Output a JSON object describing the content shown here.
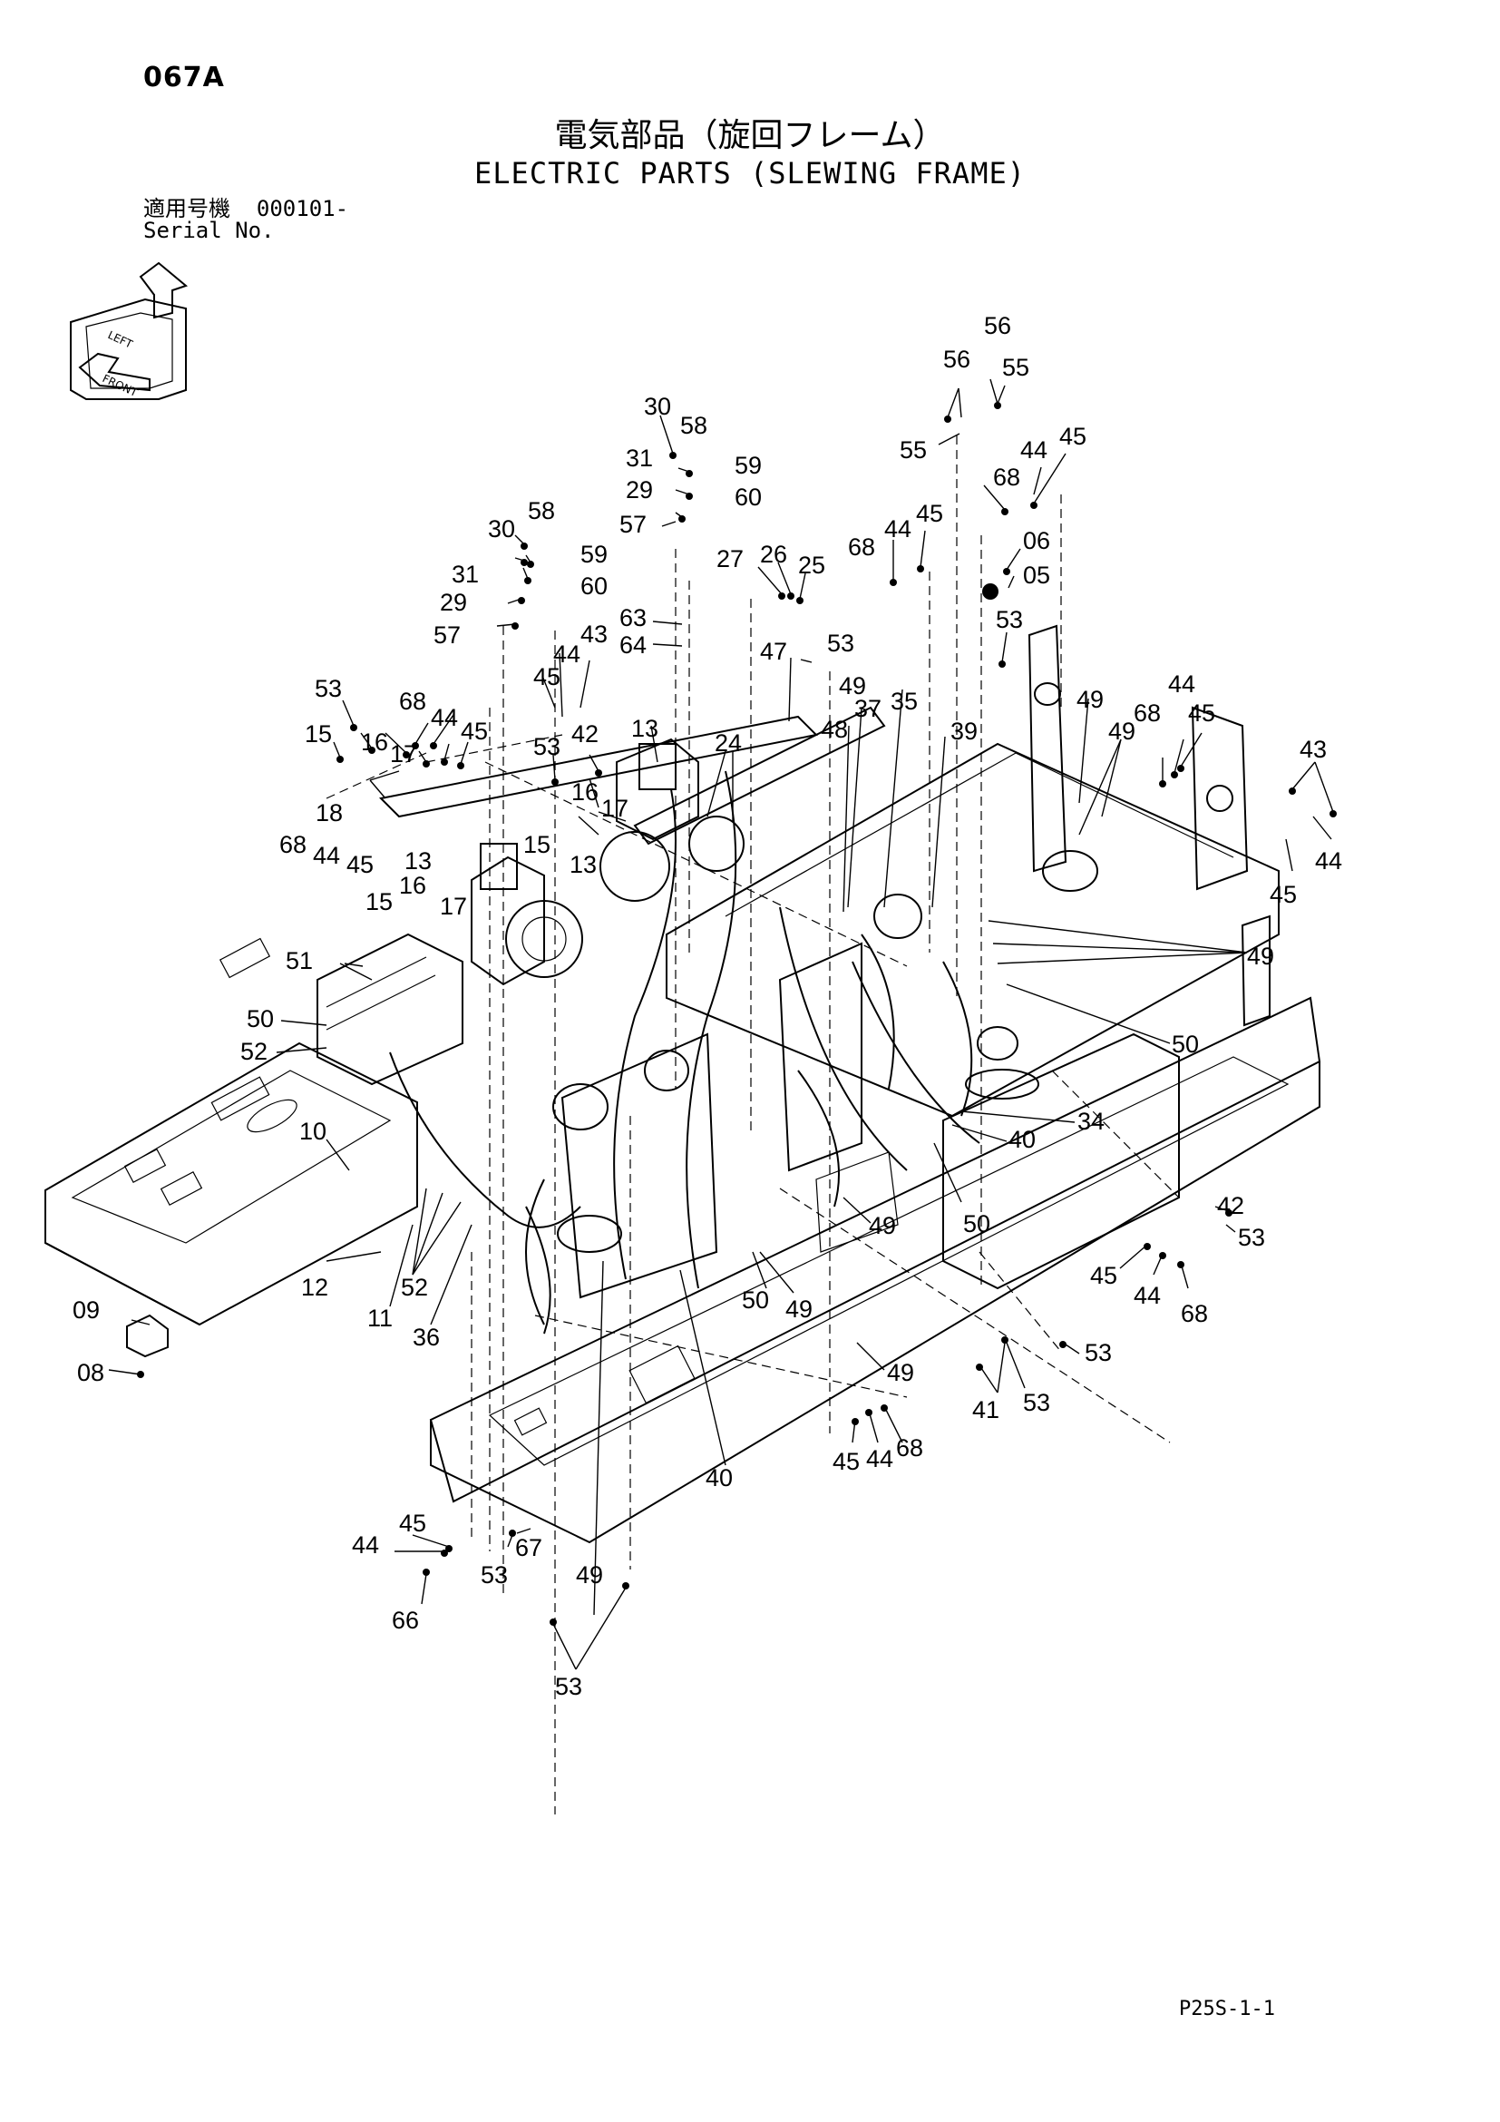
{
  "header": {
    "page_id": "067A",
    "title_jp": "電気部品（旋回フレーム）",
    "title_en": "ELECTRIC PARTS (SLEWING FRAME)",
    "serial_label_jp": "適用号機",
    "serial_range": "000101-",
    "serial_label_en": "Serial No."
  },
  "orientation_icon": {
    "labels": [
      "LEFT",
      "FRONT"
    ],
    "icon": "machine-orientation-icon"
  },
  "callouts": [
    {
      "id": "c56a",
      "label": "56"
    },
    {
      "id": "c56b",
      "label": "56"
    },
    {
      "id": "c55a",
      "label": "55"
    },
    {
      "id": "c55b",
      "label": "55"
    },
    {
      "id": "c30a",
      "label": "30"
    },
    {
      "id": "c58a",
      "label": "58"
    },
    {
      "id": "c31a",
      "label": "31"
    },
    {
      "id": "c59a",
      "label": "59"
    },
    {
      "id": "c29a",
      "label": "29"
    },
    {
      "id": "c60a",
      "label": "60"
    },
    {
      "id": "c57a",
      "label": "57"
    },
    {
      "id": "c68a",
      "label": "68"
    },
    {
      "id": "c44a",
      "label": "44"
    },
    {
      "id": "c45a",
      "label": "45"
    },
    {
      "id": "c30b",
      "label": "30"
    },
    {
      "id": "c58b",
      "label": "58"
    },
    {
      "id": "c31b",
      "label": "31"
    },
    {
      "id": "c59b",
      "label": "59"
    },
    {
      "id": "c29b",
      "label": "29"
    },
    {
      "id": "c60b",
      "label": "60"
    },
    {
      "id": "c57b",
      "label": "57"
    },
    {
      "id": "c27",
      "label": "27"
    },
    {
      "id": "c26",
      "label": "26"
    },
    {
      "id": "c25",
      "label": "25"
    },
    {
      "id": "c68b",
      "label": "68"
    },
    {
      "id": "c44b",
      "label": "44"
    },
    {
      "id": "c45b",
      "label": "45"
    },
    {
      "id": "c06",
      "label": "06"
    },
    {
      "id": "c05",
      "label": "05"
    },
    {
      "id": "c63",
      "label": "63"
    },
    {
      "id": "c64",
      "label": "64"
    },
    {
      "id": "c43a",
      "label": "43"
    },
    {
      "id": "c44c",
      "label": "44"
    },
    {
      "id": "c45c",
      "label": "45"
    },
    {
      "id": "c47",
      "label": "47"
    },
    {
      "id": "c53a",
      "label": "53"
    },
    {
      "id": "c53b",
      "label": "53"
    },
    {
      "id": "c53c",
      "label": "53"
    },
    {
      "id": "c68c",
      "label": "68"
    },
    {
      "id": "c44d",
      "label": "44"
    },
    {
      "id": "c45d",
      "label": "45"
    },
    {
      "id": "c15a",
      "label": "15"
    },
    {
      "id": "c16a",
      "label": "16"
    },
    {
      "id": "c17a",
      "label": "17"
    },
    {
      "id": "c18",
      "label": "18"
    },
    {
      "id": "c53d",
      "label": "53"
    },
    {
      "id": "c42a",
      "label": "42"
    },
    {
      "id": "c13a",
      "label": "13"
    },
    {
      "id": "c24",
      "label": "24"
    },
    {
      "id": "c49a",
      "label": "49"
    },
    {
      "id": "c37",
      "label": "37"
    },
    {
      "id": "c35",
      "label": "35"
    },
    {
      "id": "c48",
      "label": "48"
    },
    {
      "id": "c39",
      "label": "39"
    },
    {
      "id": "c49b",
      "label": "49"
    },
    {
      "id": "c68d",
      "label": "68"
    },
    {
      "id": "c44e",
      "label": "44"
    },
    {
      "id": "c45e",
      "label": "45"
    },
    {
      "id": "c49c",
      "label": "49"
    },
    {
      "id": "c43b",
      "label": "43"
    },
    {
      "id": "c44f",
      "label": "44"
    },
    {
      "id": "c45f",
      "label": "45"
    },
    {
      "id": "c16b",
      "label": "16"
    },
    {
      "id": "c17b",
      "label": "17"
    },
    {
      "id": "c15b",
      "label": "15"
    },
    {
      "id": "c13b",
      "label": "13"
    },
    {
      "id": "c13c",
      "label": "13"
    },
    {
      "id": "c68e",
      "label": "68"
    },
    {
      "id": "c44g",
      "label": "44"
    },
    {
      "id": "c45g",
      "label": "45"
    },
    {
      "id": "c16c",
      "label": "16"
    },
    {
      "id": "c15c",
      "label": "15"
    },
    {
      "id": "c17c",
      "label": "17"
    },
    {
      "id": "c51",
      "label": "51"
    },
    {
      "id": "c50a",
      "label": "50"
    },
    {
      "id": "c52a",
      "label": "52"
    },
    {
      "id": "c49d",
      "label": "49"
    },
    {
      "id": "c50b",
      "label": "50"
    },
    {
      "id": "c10",
      "label": "10"
    },
    {
      "id": "c40a",
      "label": "40"
    },
    {
      "id": "c34",
      "label": "34"
    },
    {
      "id": "c12",
      "label": "12"
    },
    {
      "id": "c52b",
      "label": "52"
    },
    {
      "id": "c11",
      "label": "11"
    },
    {
      "id": "c36",
      "label": "36"
    },
    {
      "id": "c49e",
      "label": "49"
    },
    {
      "id": "c50c",
      "label": "50"
    },
    {
      "id": "c42b",
      "label": "42"
    },
    {
      "id": "c53e",
      "label": "53"
    },
    {
      "id": "c45h",
      "label": "45"
    },
    {
      "id": "c44h",
      "label": "44"
    },
    {
      "id": "c68f",
      "label": "68"
    },
    {
      "id": "c50d",
      "label": "50"
    },
    {
      "id": "c49f",
      "label": "49"
    },
    {
      "id": "c09",
      "label": "09"
    },
    {
      "id": "c08",
      "label": "08"
    },
    {
      "id": "c53f",
      "label": "53"
    },
    {
      "id": "c41",
      "label": "41"
    },
    {
      "id": "c53g",
      "label": "53"
    },
    {
      "id": "c49g",
      "label": "49"
    },
    {
      "id": "c45i",
      "label": "45"
    },
    {
      "id": "c44i",
      "label": "44"
    },
    {
      "id": "c68g",
      "label": "68"
    },
    {
      "id": "c40b",
      "label": "40"
    },
    {
      "id": "c45j",
      "label": "45"
    },
    {
      "id": "c44j",
      "label": "44"
    },
    {
      "id": "c67",
      "label": "67"
    },
    {
      "id": "c53h",
      "label": "53"
    },
    {
      "id": "c49h",
      "label": "49"
    },
    {
      "id": "c66",
      "label": "66"
    },
    {
      "id": "c53i",
      "label": "53"
    }
  ],
  "footer": {
    "drawing_code": "P25S-1-1"
  }
}
